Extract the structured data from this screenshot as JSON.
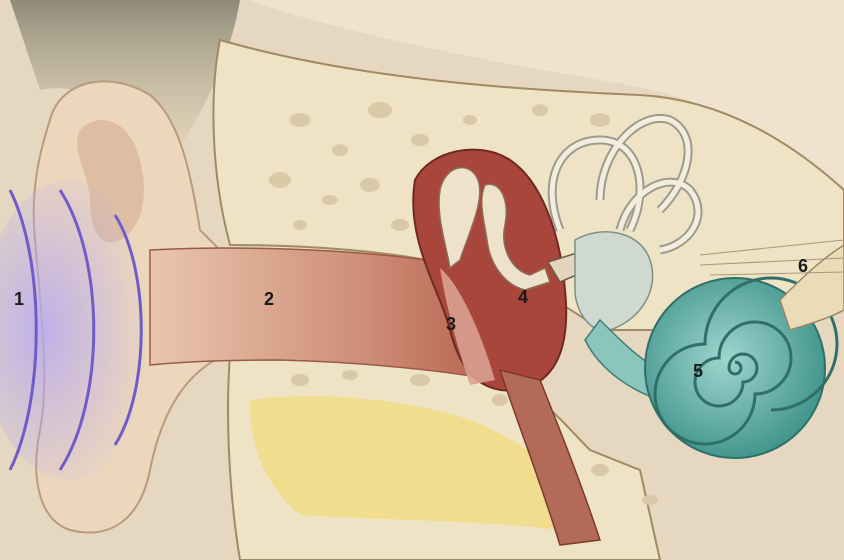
{
  "diagram": {
    "labels": [
      {
        "id": "sound-waves",
        "text": "1"
      },
      {
        "id": "ear-canal",
        "text": "2"
      },
      {
        "id": "eardrum",
        "text": "3"
      },
      {
        "id": "ossicles",
        "text": "4"
      },
      {
        "id": "cochlea",
        "text": "5"
      },
      {
        "id": "auditory-nerve",
        "text": "6"
      }
    ],
    "colors": {
      "background": "#eef1f4",
      "skin": "#ecd7bd",
      "bone": "#efe3c5",
      "canal": "#c98872",
      "middle_ear": "#a9463c",
      "cochlea": "#4fa9a0",
      "waves": "#6f5cc9",
      "fat": "#f0dc82"
    }
  }
}
